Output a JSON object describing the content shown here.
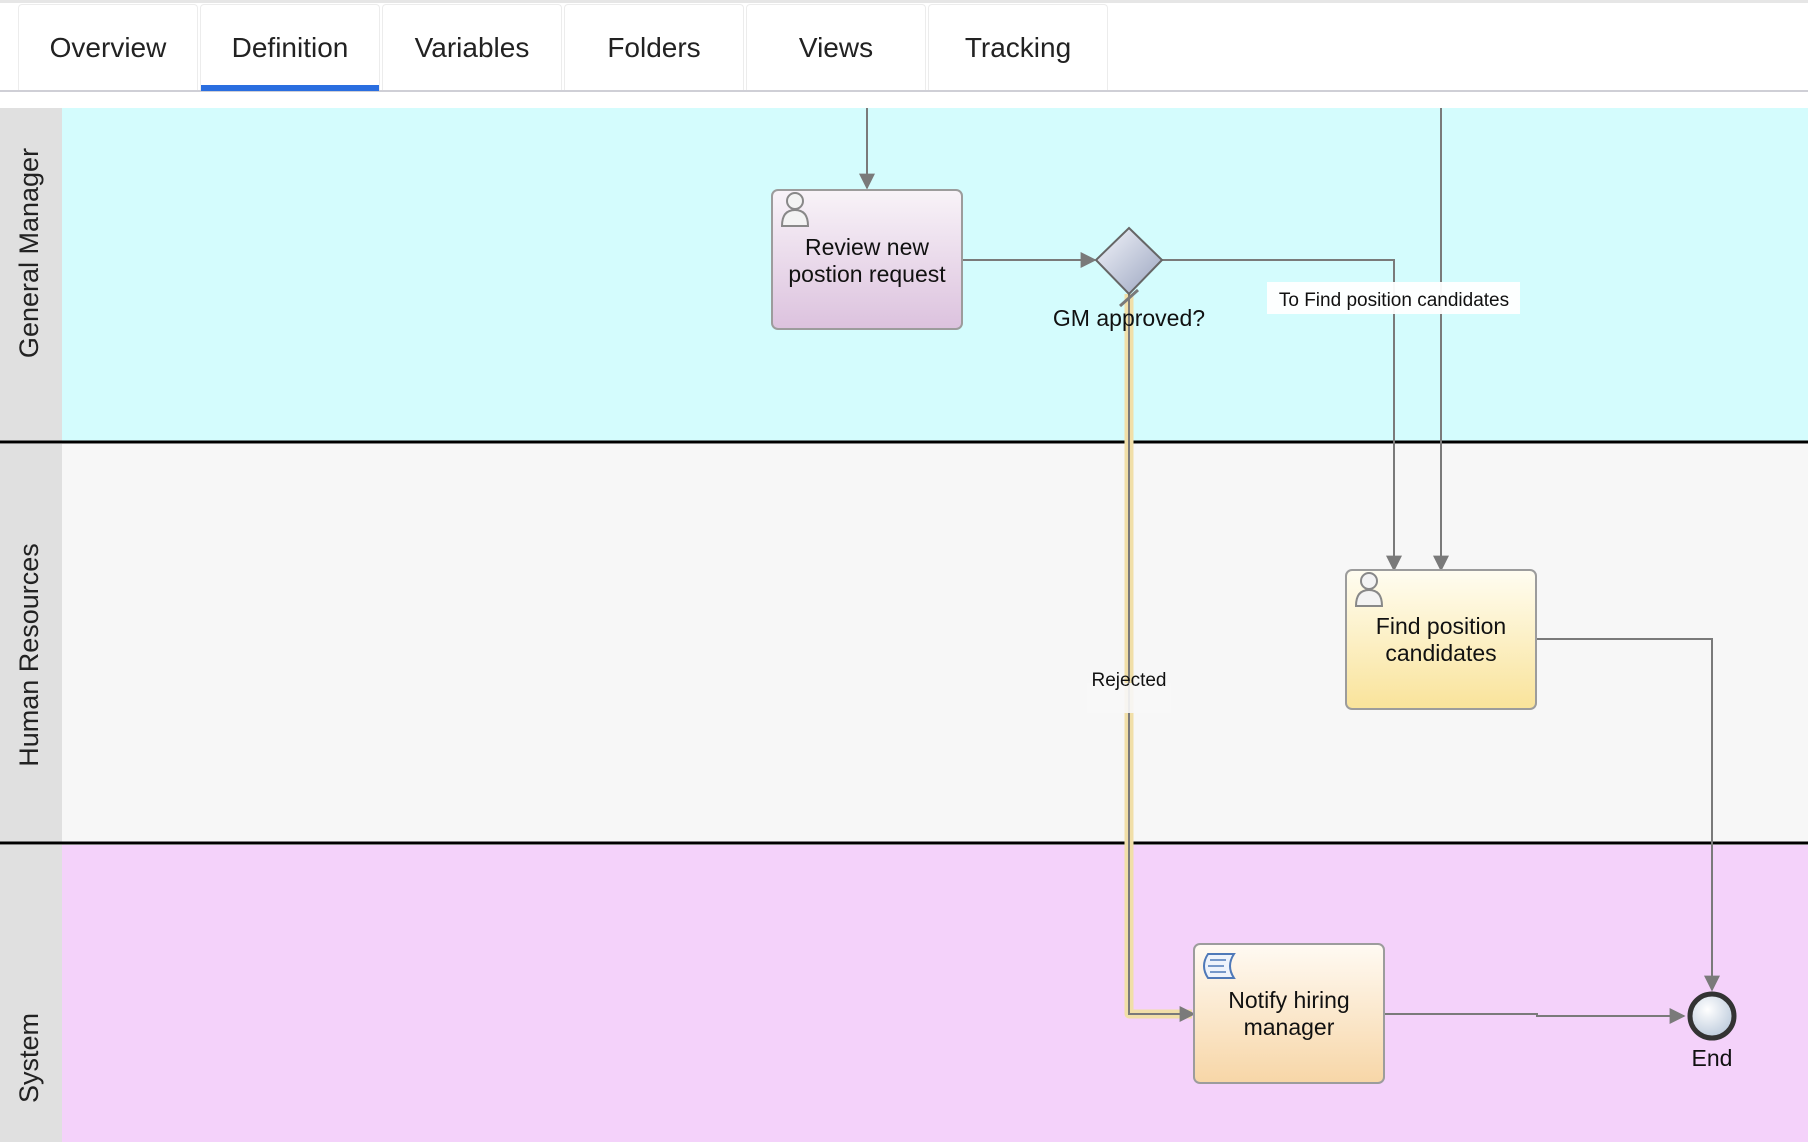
{
  "tabs": [
    {
      "label": "Overview",
      "active": false
    },
    {
      "label": "Definition",
      "active": true
    },
    {
      "label": "Variables",
      "active": false
    },
    {
      "label": "Folders",
      "active": false
    },
    {
      "label": "Views",
      "active": false
    },
    {
      "label": "Tracking",
      "active": false
    }
  ],
  "colors": {
    "accent": "#2a6ee0",
    "lane_general_manager": "#d4fcfd",
    "lane_human_resources": "#f7f7f7",
    "lane_system": "#f4d2fa",
    "highlight_flow": "#f1dfa8"
  },
  "diagram": {
    "lanes": [
      {
        "label": "General Manager"
      },
      {
        "label": "Human Resources"
      },
      {
        "label": "System"
      }
    ],
    "tasks": {
      "review": {
        "line1": "Review new",
        "line2": "postion request",
        "icon": "user-icon"
      },
      "find": {
        "line1": "Find position",
        "line2": "candidates",
        "icon": "user-icon"
      },
      "notify": {
        "line1": "Notify hiring",
        "line2": "manager",
        "icon": "script-icon"
      }
    },
    "gateway": {
      "label": "GM approved?"
    },
    "end_event": {
      "label": "End"
    },
    "flows": {
      "to_find": "To Find position candidates",
      "rejected": "Rejected"
    }
  }
}
